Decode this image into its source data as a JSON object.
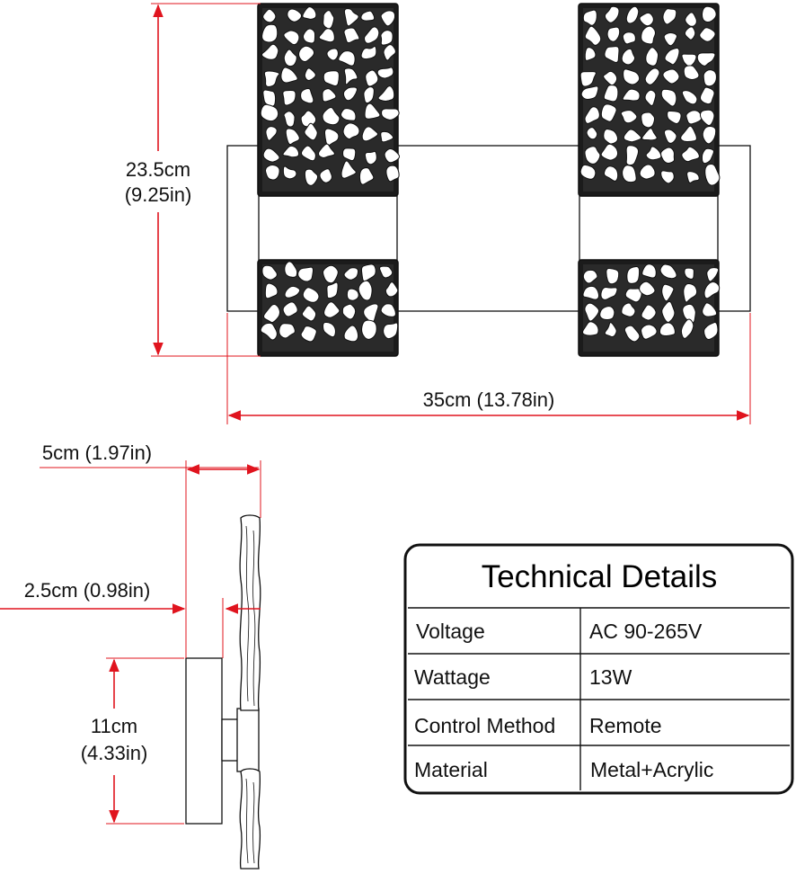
{
  "front_view": {
    "height_cm": "23.5cm",
    "height_in": "(9.25in)",
    "width_label": "35cm (13.78in)"
  },
  "side_view": {
    "depth_label": "5cm (1.97in)",
    "panel_offset_label": "2.5cm (0.98in)",
    "base_height_cm": "11cm",
    "base_height_in": "(4.33in)"
  },
  "technical_details": {
    "title": "Technical Details",
    "rows": [
      {
        "label": "Voltage",
        "value": "AC 90-265V"
      },
      {
        "label": "Wattage",
        "value": "13W"
      },
      {
        "label": "Control Method",
        "value": "Remote"
      },
      {
        "label": "Material",
        "value": "Metal+Acrylic"
      }
    ]
  },
  "colors": {
    "dimension_line": "#e0141e",
    "outline": "#111111"
  }
}
